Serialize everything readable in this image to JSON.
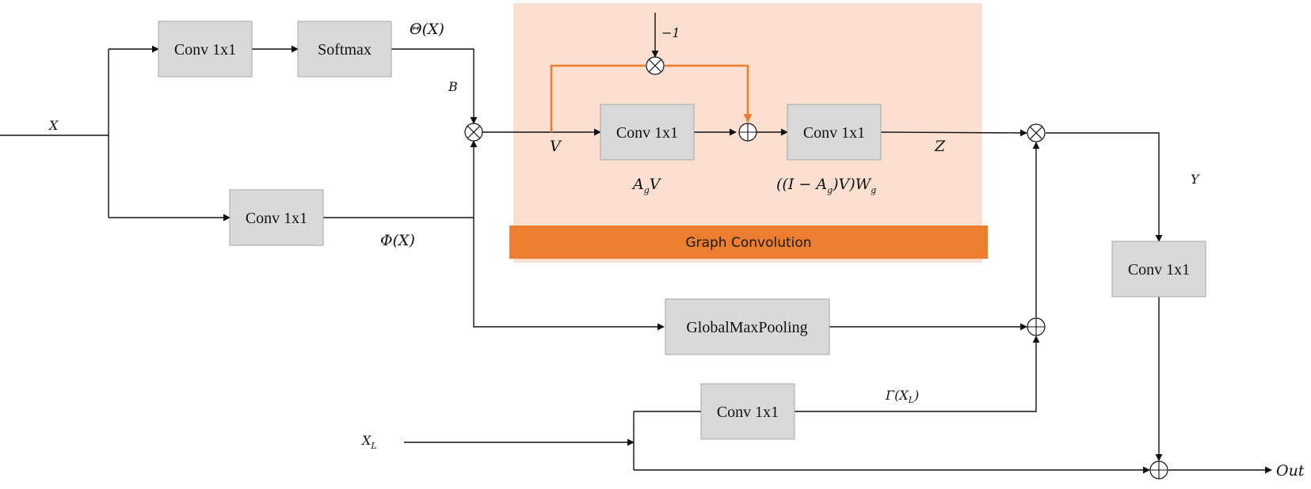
{
  "colors": {
    "gc_panel": "#fbe0d2",
    "gc_banner": "#ed7d31",
    "box_fill": "#d9d9d9",
    "orange_line": "#ed7d31"
  },
  "blocks": {
    "conv_theta": "Conv 1x1",
    "softmax": "Softmax",
    "conv_phi": "Conv 1x1",
    "conv_av": "Conv 1x1",
    "conv_wg": "Conv 1x1",
    "global_max_pooling": "GlobalMaxPooling",
    "conv_gamma": "Conv 1x1",
    "conv_out": "Conv 1x1"
  },
  "graph_convolution": {
    "title": "Graph Convolution"
  },
  "labels": {
    "x": "X",
    "theta": "Θ(X)",
    "b": "B",
    "phi": "Φ(X)",
    "minus_one": "−1",
    "v": "V",
    "agv_a": "A",
    "agv_sub": "g",
    "agv_v": "V",
    "iag_part1": "((I − A",
    "iag_sub1": "g",
    "iag_part2": ")V)W",
    "iag_sub2": "g",
    "z": "Z",
    "y": "Y",
    "gamma_main": "Γ(X",
    "gamma_sub": "L",
    "gamma_close": ")",
    "xl_main": "X",
    "xl_sub": "L",
    "out": "Out"
  },
  "icons": {
    "multiply_node": "circle-times-icon",
    "add_node": "circle-plus-icon",
    "arrowhead": "arrowhead-icon"
  }
}
